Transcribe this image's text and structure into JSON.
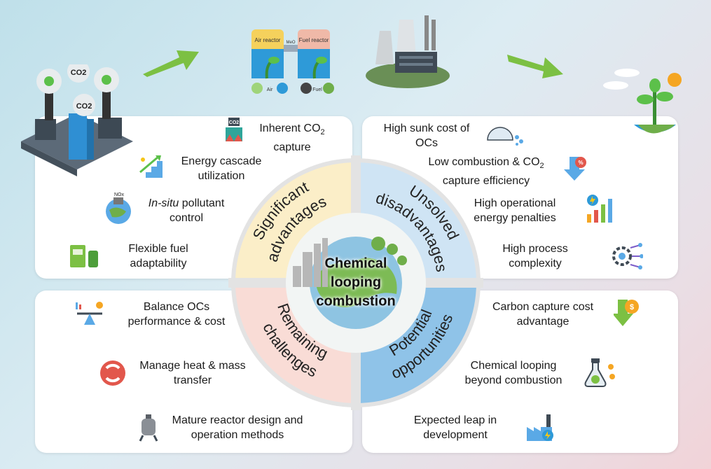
{
  "center": {
    "line1": "Chemical",
    "line2": "looping",
    "line3": "combustion"
  },
  "quadrants": {
    "advantages": {
      "line1": "Significant",
      "line2": "advantages"
    },
    "disadvantages": {
      "line1": "Unsolved",
      "line2": "disadvantages"
    },
    "challenges": {
      "line1": "Remaining",
      "line2": "challenges"
    },
    "opportunities": {
      "line1": "Potential",
      "line2": "opportunities"
    }
  },
  "advantages": [
    {
      "line1": "Inherent CO",
      "sub": "2",
      "line2": "capture"
    },
    {
      "line1": "Energy cascade",
      "line2": "utilization"
    },
    {
      "line1_italic": "In-situ",
      "line1_rest": " pollutant",
      "line2": "control"
    },
    {
      "line1": "Flexible fuel",
      "line2": "adaptability"
    }
  ],
  "disadvantages": [
    {
      "line1": "High sunk cost of",
      "line2": "OCs"
    },
    {
      "line1": "Low combustion & CO",
      "sub": "2",
      "line2": "capture efficiency"
    },
    {
      "line1": "High operational",
      "line2": "energy penalties"
    },
    {
      "line1": "High process",
      "line2": "complexity"
    }
  ],
  "challenges": [
    {
      "line1": "Balance OCs",
      "line2": "performance & cost"
    },
    {
      "line1": "Manage heat & mass",
      "line2": "transfer"
    },
    {
      "line1": "Mature reactor design and",
      "line2": "operation methods"
    }
  ],
  "opportunities": [
    {
      "line1": "Carbon capture cost",
      "line2": "advantage"
    },
    {
      "line1": "Chemical looping",
      "line2": "beyond combustion"
    },
    {
      "line1": "Expected leap in",
      "line2": "development"
    }
  ],
  "top_illustrations": {
    "cloud1": "CO2",
    "cloud2": "CO2",
    "air_reactor": "Air reactor",
    "fuel_reactor": "Fuel reactor",
    "air_label": "Air",
    "fuel_label": "Fuel",
    "mid_label": "MeO",
    "co2_badge": "CO2",
    "no_badge": "NOx"
  },
  "colors": {
    "advantages": "#fbeec8",
    "disadvantages": "#cfe4f4",
    "challenges": "#f9dcd6",
    "opportunities": "#8fc3e8",
    "arrow": "#7cc043"
  }
}
